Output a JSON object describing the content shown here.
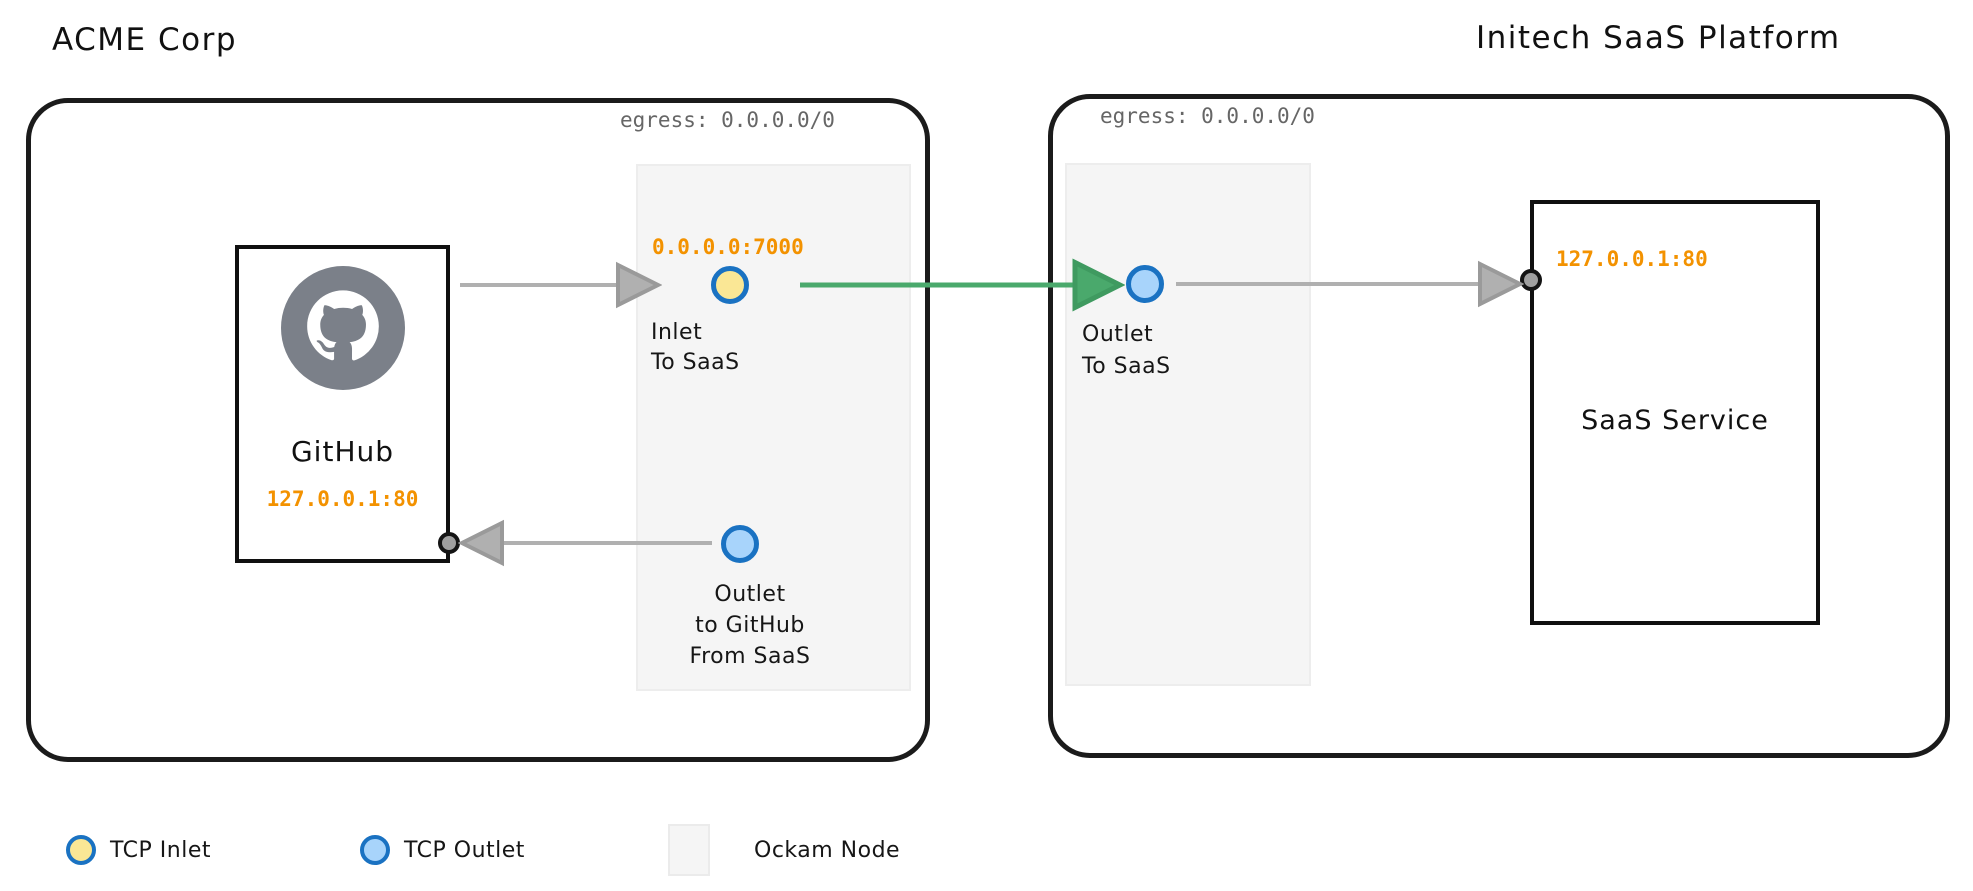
{
  "diagram": {
    "title_left": "ACME Corp",
    "title_right": "Initech SaaS Platform"
  },
  "left_org": {
    "label": "ACME Corp",
    "egress": "egress: 0.0.0.0/0",
    "service": {
      "name": "GitHub",
      "address": "127.0.0.1:80",
      "logo": "github-octocat-icon"
    },
    "node": {
      "inlet": {
        "address": "0.0.0.0:7000",
        "label_line1": "Inlet",
        "label_line2": "To SaaS",
        "type": "TCP Inlet"
      },
      "outlet": {
        "label_line1": "Outlet",
        "label_line2": "to GitHub",
        "label_line3": "From SaaS",
        "type": "TCP Outlet"
      }
    }
  },
  "right_org": {
    "label": "Initech SaaS Platform",
    "egress": "egress: 0.0.0.0/0",
    "service": {
      "name": "SaaS Service",
      "address": "127.0.0.1:80"
    },
    "node": {
      "outlet": {
        "label_line1": "Outlet",
        "label_line2": "To SaaS",
        "type": "TCP Outlet"
      }
    }
  },
  "legend": {
    "items": [
      {
        "label": "TCP Inlet",
        "swatch": "yellow-circle"
      },
      {
        "label": "TCP Outlet",
        "swatch": "blue-circle"
      },
      {
        "label": "Ockam Node",
        "swatch": "gray-square"
      }
    ]
  },
  "colors": {
    "inlet_fill": "#fae795",
    "inlet_stroke": "#1a72c2",
    "outlet_fill": "#a8d4fb",
    "outlet_stroke": "#1a72c2",
    "address_text": "#f39200",
    "egress_text": "#666666",
    "secure_channel": "#4aa96c",
    "plain_wire": "#a8a8a8",
    "node_panel": "#f5f5f5",
    "org_border": "#1b1b1b",
    "github_logo_bg": "#7b8089"
  }
}
